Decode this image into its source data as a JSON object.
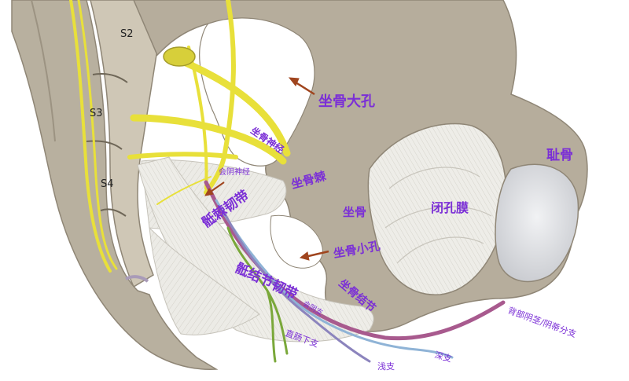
{
  "labels": {
    "s2": "S2",
    "s3": "S3",
    "s4": "S4",
    "greater_sciatic_foramen": "坐骨大孔",
    "sciatic_nerve": "坐骨神经",
    "pudendal_nerve": "会阴神经",
    "ischial_spine": "坐骨棘",
    "sacrospinous_ligament": "骶棘韧带",
    "ischium": "坐骨",
    "lesser_sciatic_foramen": "坐骨小孔",
    "obturator_membrane": "闭孔膜",
    "pubis": "耻骨",
    "sacrotuberous_ligament": "骶结节韧带",
    "ischial_tuberosity": "坐骨结节",
    "pudendal_small": "会阴支",
    "inferior_rectal_branch": "直肠下支",
    "dorsal_nerve": "背部阴茎/阴蒂分支",
    "deep_branch": "深支",
    "superficial_branch": "浅支"
  },
  "colors": {
    "label_purple": "#7b2fd6",
    "bone": "#b6ad9c",
    "bone_dark": "#8f8676",
    "sacrum_fill": "#cfc7b6",
    "nerve_yellow": "#e8e03a",
    "ligament": "#e9e7e1",
    "arrow": "#a0451e",
    "pudendal_nerve": "#a85a8e",
    "deep_branch": "#8fb3d6",
    "superficial_branch": "#8c84bd",
    "rectal_branch": "#7aa83a"
  }
}
